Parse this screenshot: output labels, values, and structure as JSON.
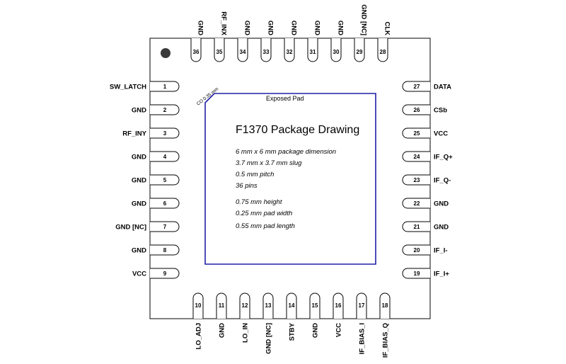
{
  "diagram": {
    "title": "F1370 Package Drawing",
    "exposed_pad_label": "Exposed Pad",
    "chamfer_label": "CO 0.35 mm",
    "specs": [
      "6  mm x 6 mm package dimension",
      "3.7 mm  x 3.7 mm slug",
      "0.5 mm pitch",
      "36 pins",
      "0.75 mm height",
      "0.25 mm pad width",
      "0.55 mm pad length"
    ],
    "colors": {
      "pad_outline": "#1f1fa8",
      "package_outline": "#000000",
      "pin1_dot": "#3a3a3a"
    },
    "pins_left": [
      {
        "num": "1",
        "label": "SW_LATCH"
      },
      {
        "num": "2",
        "label": "GND"
      },
      {
        "num": "3",
        "label": "RF_INY"
      },
      {
        "num": "4",
        "label": "GND"
      },
      {
        "num": "5",
        "label": "GND"
      },
      {
        "num": "6",
        "label": "GND"
      },
      {
        "num": "7",
        "label": "GND [NC]"
      },
      {
        "num": "8",
        "label": "GND"
      },
      {
        "num": "9",
        "label": "VCC"
      }
    ],
    "pins_bottom": [
      {
        "num": "10",
        "label": "LO_ADJ"
      },
      {
        "num": "11",
        "label": "GND"
      },
      {
        "num": "12",
        "label": "LO_IN"
      },
      {
        "num": "13",
        "label": "GND [NC]"
      },
      {
        "num": "14",
        "label": "STBY"
      },
      {
        "num": "15",
        "label": "GND"
      },
      {
        "num": "16",
        "label": "VCC"
      },
      {
        "num": "17",
        "label": "IF_BIAS_I"
      },
      {
        "num": "18",
        "label": "IF_BIAS_Q"
      }
    ],
    "pins_right": [
      {
        "num": "19",
        "label": "IF_I+"
      },
      {
        "num": "20",
        "label": "IF_I-"
      },
      {
        "num": "21",
        "label": "GND"
      },
      {
        "num": "22",
        "label": "GND"
      },
      {
        "num": "23",
        "label": "IF_Q-"
      },
      {
        "num": "24",
        "label": "IF_Q+"
      },
      {
        "num": "25",
        "label": "VCC"
      },
      {
        "num": "26",
        "label": "CSb"
      },
      {
        "num": "27",
        "label": "DATA"
      }
    ],
    "pins_top": [
      {
        "num": "28",
        "label": "CLK"
      },
      {
        "num": "29",
        "label": "GND [NC]"
      },
      {
        "num": "30",
        "label": "GND"
      },
      {
        "num": "31",
        "label": "GND"
      },
      {
        "num": "32",
        "label": "GND"
      },
      {
        "num": "33",
        "label": "GND"
      },
      {
        "num": "34",
        "label": "GND"
      },
      {
        "num": "35",
        "label": "RF_INX"
      },
      {
        "num": "36",
        "label": "GND"
      }
    ]
  }
}
